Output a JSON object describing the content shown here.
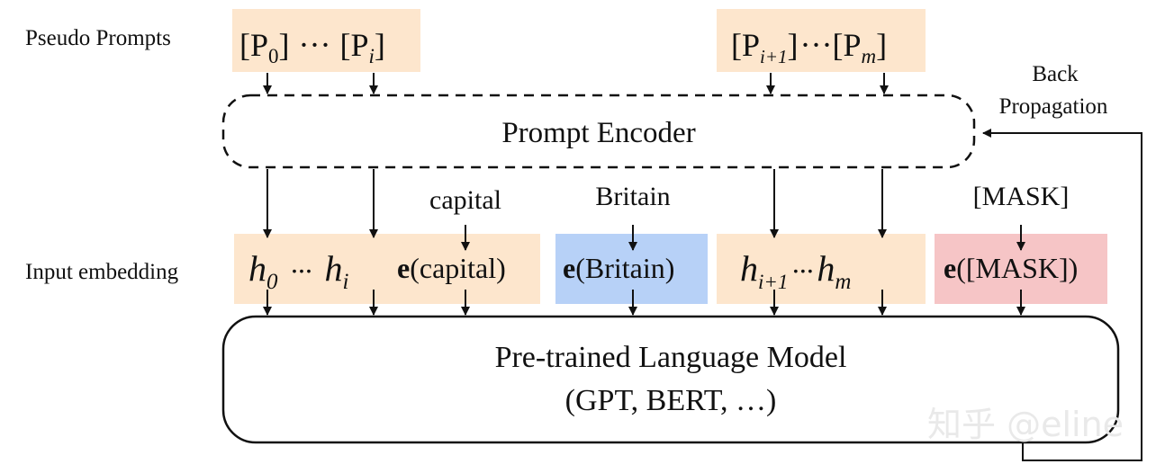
{
  "labels": {
    "pseudo_prompts": "Pseudo Prompts",
    "input_embedding": "Input embedding",
    "back": "Back",
    "propagation": "Propagation"
  },
  "prompt_encoder": {
    "label": "Prompt Encoder"
  },
  "lm": {
    "line1": "Pre-trained Language Model",
    "line2": "(GPT, BERT, …)"
  },
  "prompt_tokens": {
    "left": {
      "p": "P",
      "sub0": "0",
      "dots": "···",
      "sub_i": "i"
    },
    "right": {
      "p": "P",
      "sub_i1": "i+1",
      "dots": "···",
      "sub_m": "m"
    }
  },
  "context_words": {
    "capital": "capital",
    "britain": "Britain",
    "mask": "[MASK]"
  },
  "embeddings": {
    "h": "h",
    "sub0": "0",
    "sub_i": "i",
    "sub_i1": "i+1",
    "sub_m": "m",
    "dots": "···",
    "e": "e",
    "capital": "(capital)",
    "britain": "(Britain)",
    "mask": "([MASK])"
  },
  "colors": {
    "pseudo_fill": "#fde6cd",
    "britain_fill": "#b7d1f7",
    "mask_fill": "#f6c5c6"
  },
  "watermark": "知乎 @eline"
}
